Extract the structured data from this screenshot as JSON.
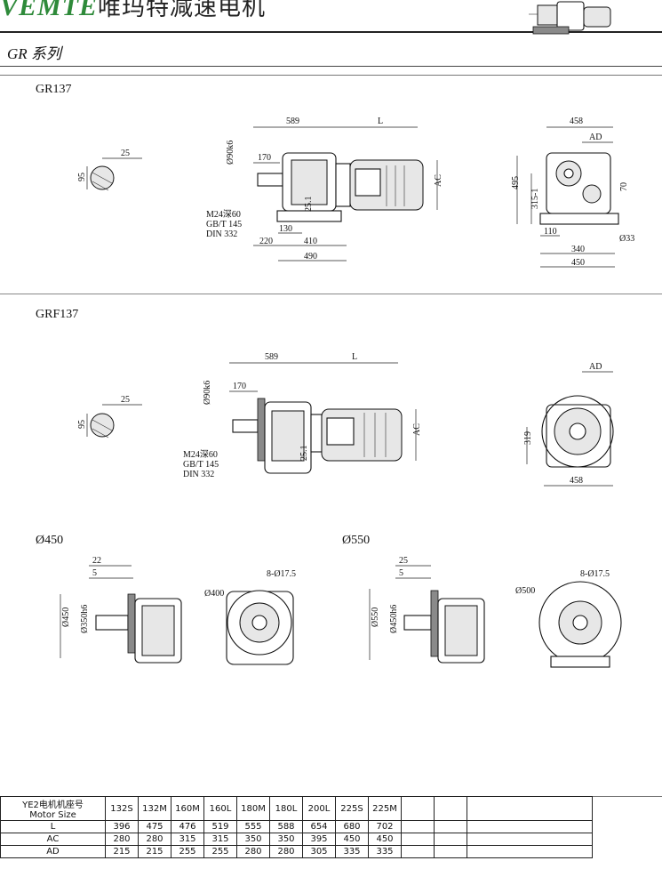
{
  "header": {
    "brand": "VEMTE",
    "brand_cn": "唯玛特减速电机",
    "series": "GR 系列"
  },
  "sections": {
    "gr137": {
      "title": "GR137",
      "dims": [
        "25",
        "95",
        "589",
        "L",
        "170",
        "Ø90k6",
        "25.1",
        "M24深60",
        "GB/T 145",
        "DIN 332",
        "130",
        "220",
        "410",
        "490",
        "AC",
        "458",
        "AD",
        "495",
        "315-1",
        "70",
        "110",
        "Ø33",
        "340",
        "450"
      ]
    },
    "grf137": {
      "title": "GRF137",
      "dims": [
        "25",
        "95",
        "589",
        "L",
        "170",
        "Ø90k6",
        "25.1",
        "M24深60",
        "GB/T 145",
        "DIN 332",
        "AC",
        "AD",
        "319",
        "458"
      ]
    },
    "flange450": {
      "title": "Ø450",
      "dims": [
        "22",
        "5",
        "Ø450",
        "Ø350h6",
        "Ø400",
        "8-Ø17.5"
      ]
    },
    "flange550": {
      "title": "Ø550",
      "dims": [
        "25",
        "5",
        "Ø550",
        "Ø450h6",
        "Ø500",
        "8-Ø17.5"
      ]
    }
  },
  "table": {
    "header_label": "YE2电机机座号\nMotor Size",
    "sizes": [
      "132S",
      "132M",
      "160M",
      "160L",
      "180M",
      "180L",
      "200L",
      "225S",
      "225M"
    ],
    "rows": [
      {
        "label": "L",
        "values": [
          "396",
          "475",
          "476",
          "519",
          "555",
          "588",
          "654",
          "680",
          "702"
        ]
      },
      {
        "label": "AC",
        "values": [
          "280",
          "280",
          "315",
          "315",
          "350",
          "350",
          "395",
          "450",
          "450"
        ]
      },
      {
        "label": "AD",
        "values": [
          "215",
          "215",
          "255",
          "255",
          "280",
          "280",
          "305",
          "335",
          "335"
        ]
      }
    ],
    "empty_columns": 3
  }
}
